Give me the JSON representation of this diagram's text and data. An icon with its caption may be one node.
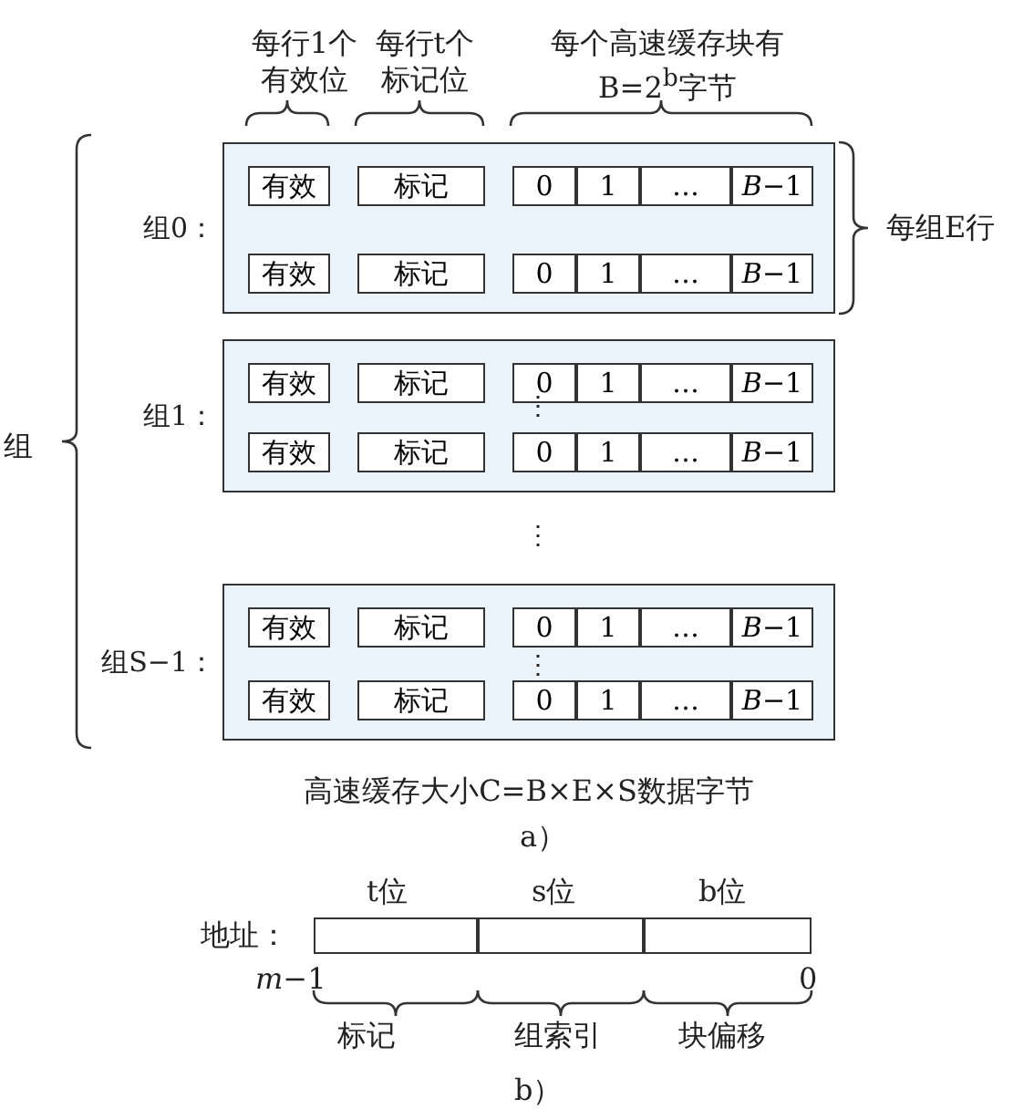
{
  "diagram": {
    "caption": "高速缓存大小C=B×E×S数据字节",
    "nodes": [
      {
        "text": [
          "组0："
        ]
      },
      {
        "text": [
          "有效"
        ],
        "in": 0
      },
      {
        "text": [
          "标记"
        ],
        "in": 0
      },
      {
        "text": [
          "0"
        ],
        "in": 0
      },
      {
        "text": [
          "1"
        ],
        "in": 0
      },
      {
        "text": [
          "…"
        ],
        "in": 0
      },
      {
        "text": [
          "*B*−1"
        ],
        "in": 0
      },
      {
        "text": [
          "有效"
        ],
        "in": 0
      },
      {
        "text": [
          "标记"
        ],
        "in": 0
      },
      {
        "text": [
          "0"
        ],
        "in": 0
      },
      {
        "text": [
          "1"
        ],
        "in": 0
      },
      {
        "text": [
          "…"
        ],
        "in": 0
      },
      {
        "text": [
          "*B*−1"
        ],
        "in": 0
      },
      {
        "text": [
          "组1："
        ]
      },
      {
        "text": [
          "有效"
        ],
        "in": 13
      },
      {
        "text": [
          "标记"
        ],
        "in": 13
      },
      {
        "text": [
          "0"
        ],
        "in": 13
      },
      {
        "text": [
          "1"
        ],
        "in": 13
      },
      {
        "text": [
          "…"
        ],
        "in": 13
      },
      {
        "text": [
          "*B*−1"
        ],
        "in": 13
      },
      {
        "text": [
          "有效"
        ],
        "in": 13
      },
      {
        "text": [
          "标记"
        ],
        "in": 13
      },
      {
        "text": [
          "0"
        ],
        "in": 13
      },
      {
        "text": [
          "1"
        ],
        "in": 13
      },
      {
        "text": [
          "…"
        ],
        "in": 13
      },
      {
        "text": [
          "*B*−1"
        ],
        "in": 13
      },
      {
        "text": [
          "组S−1："
        ]
      },
      {
        "text": [
          "有效"
        ],
        "in": 26
      },
      {
        "text": [
          "标记"
        ],
        "in": 26
      },
      {
        "text": [
          "0"
        ],
        "in": 26
      },
      {
        "text": [
          "1"
        ],
        "in": 26
      },
      {
        "text": [
          "…"
        ],
        "in": 26
      },
      {
        "text": [
          "*B*−1"
        ],
        "in": 26
      },
      {
        "text": [
          "有效"
        ],
        "in": 26
      },
      {
        "text": [
          "标记"
        ],
        "in": 26
      },
      {
        "text": [
          "0"
        ],
        "in": 26
      },
      {
        "text": [
          "1"
        ],
        "in": 26
      },
      {
        "text": [
          "…"
        ],
        "in": 26
      },
      {
        "text": [
          "*B*−1"
        ],
        "in": 26
      },
      {
        "text": [
          "地址："
        ]
      },
      {
        "text": [
          "t位"
        ],
        "in": 39
      },
      {
        "text": [
          "s位"
        ],
        "in": 39
      },
      {
        "text": [
          "b位"
        ],
        "in": 39
      }
    ],
    "edges": [],
    "labels": [
      "每行1个有效位",
      "每行t个标记位",
      "每个高速缓存块有B=2$^{b}$字节",
      "每组E行",
      "组",
      "⋮",
      "⋮",
      "⋮",
      "a）",
      "*m*−1",
      "0",
      "标记",
      "组索引",
      "块偏移",
      "b）"
    ]
  }
}
